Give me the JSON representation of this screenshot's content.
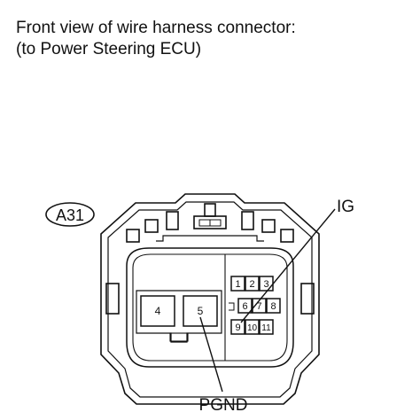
{
  "caption": {
    "line1": "Front view of wire harness connector:",
    "line2": "(to Power Steering ECU)"
  },
  "connector": {
    "id": "A31",
    "large_pins": [
      "4",
      "5"
    ],
    "small_pins": [
      "1",
      "2",
      "3",
      "6",
      "7",
      "8",
      "9",
      "10",
      "11"
    ]
  },
  "callouts": {
    "ig": "IG",
    "pgnd": "PGND"
  }
}
